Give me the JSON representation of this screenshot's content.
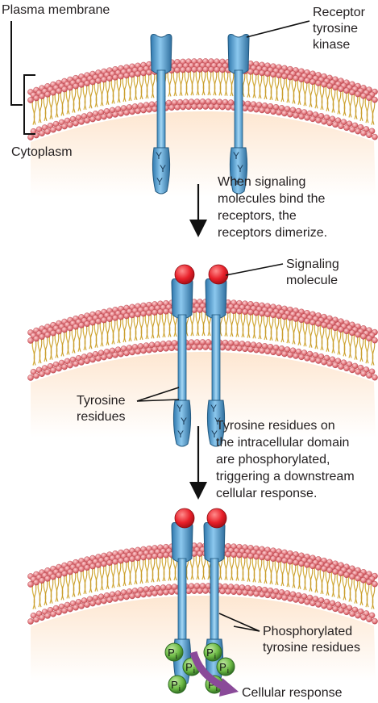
{
  "labels": {
    "plasma_membrane": "Plasma membrane",
    "cytoplasm": "Cytoplasm",
    "receptor_line1": "Receptor",
    "receptor_line2": "tyrosine",
    "receptor_line3": "kinase",
    "signaling_line1": "Signaling",
    "signaling_line2": "molecule",
    "tyrosine_line1": "Tyrosine",
    "tyrosine_line2": "residues",
    "phospho_line1": "Phosphorylated",
    "phospho_line2": "tyrosine residues",
    "cellular_response": "Cellular response"
  },
  "steps": {
    "step1": [
      "When signaling",
      "molecules bind the",
      "receptors, the",
      "receptors dimerize."
    ],
    "step2": [
      "Tyrosine residues on",
      "the intracellular domain",
      "are phosphorylated,",
      "triggering a downstream",
      "cellular response."
    ]
  },
  "residue_glyph": "Y",
  "phosphate_main": "P",
  "phosphate_sub": "i",
  "colors": {
    "lipid_head": "#e8878d",
    "lipid_head_dark": "#c5484f",
    "lipid_tail": "#d9b545",
    "cytoplasm_tint": "#fde9d6",
    "receptor": "#5aa7d8",
    "receptor_dark": "#2f6f9e",
    "ligand": "#e8202a",
    "phosphate": "#6dbb45",
    "phosphate_dark": "#2f6b22",
    "response_arrow": "#8a4a99"
  }
}
